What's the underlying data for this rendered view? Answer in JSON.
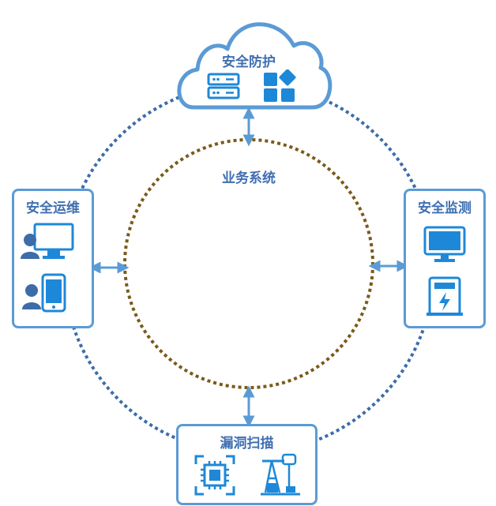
{
  "center": {
    "title": "业务系统"
  },
  "top": {
    "title": "安全防护"
  },
  "left": {
    "title": "安全运维"
  },
  "right": {
    "title": "安全监测"
  },
  "bottom": {
    "title": "漏洞扫描"
  },
  "colors": {
    "blue": "#5b9bd5",
    "dark_blue": "#3f6fb2",
    "icon_blue": "#1e88d8",
    "green": "#21a052",
    "outer_ring": "#3d6ca8",
    "inner_ring": "#7a5a1a",
    "person": "#3d6ca8"
  }
}
